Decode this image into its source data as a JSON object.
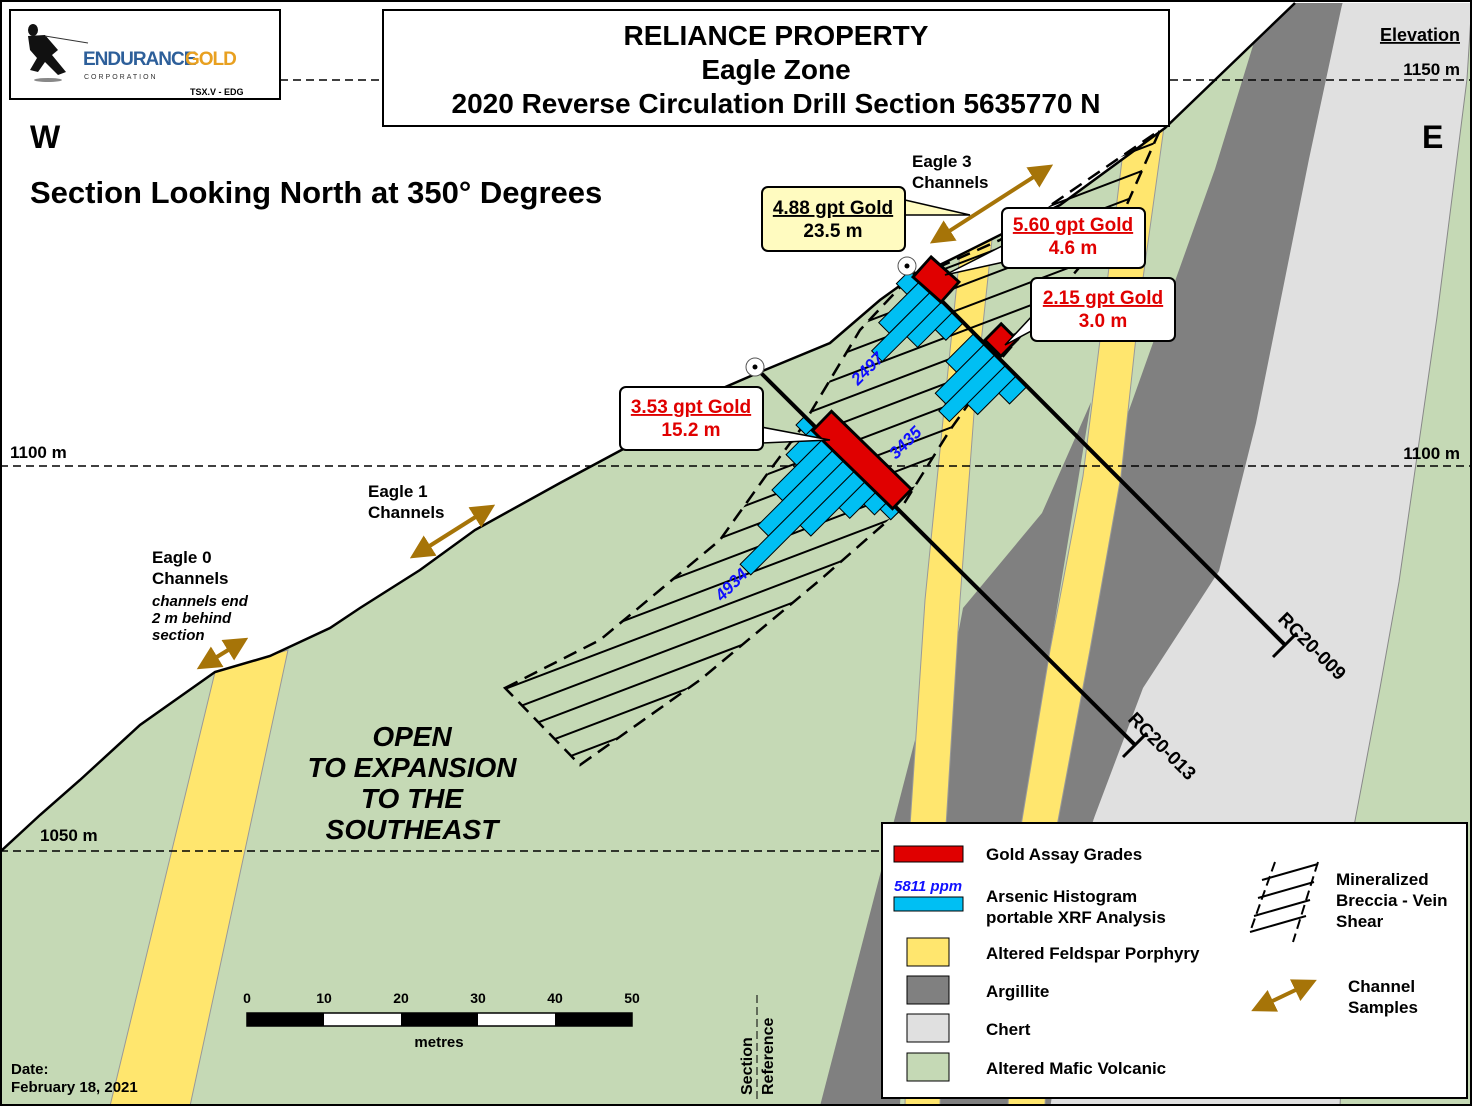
{
  "logo": {
    "name_part1": "ENDURANCE",
    "name_part2": "GOLD",
    "subtitle": "CORPORATION",
    "ticker": "TSX.V - EDG"
  },
  "title": {
    "line1": "RELIANCE PROPERTY",
    "line2": "Eagle Zone",
    "line3": "2020 Reverse Circulation Drill Section 5635770 N"
  },
  "orientation": {
    "west": "W",
    "east": "E",
    "section_note": "Section Looking North at 350° Degrees"
  },
  "elevation": {
    "header": "Elevation",
    "e1150": "1150 m",
    "e1100_left": "1100 m",
    "e1100_right": "1100 m",
    "e1050": "1050 m"
  },
  "channels": {
    "eagle3": {
      "line1": "Eagle 3",
      "line2": "Channels"
    },
    "eagle1": {
      "line1": "Eagle 1",
      "line2": "Channels"
    },
    "eagle0": {
      "line1": "Eagle 0",
      "line2": "Channels",
      "note1": "channels end",
      "note2": "2 m behind",
      "note3": "section"
    }
  },
  "intercepts": [
    {
      "grade": "4.88 gpt Gold",
      "length": "23.5 m"
    },
    {
      "grade": "5.60 gpt Gold",
      "length": "4.6 m"
    },
    {
      "grade": "2.15 gpt Gold",
      "length": "3.0 m"
    },
    {
      "grade": "3.53 gpt Gold",
      "length": "15.2 m"
    }
  ],
  "arsenic_peaks": [
    "2497",
    "3435",
    "4934"
  ],
  "drill_holes": [
    "RC20-009",
    "RC20-013"
  ],
  "open_text": [
    "OPEN",
    "TO EXPANSION",
    "TO THE",
    "SOUTHEAST"
  ],
  "scale": {
    "ticks": [
      "0",
      "10",
      "20",
      "30",
      "40",
      "50"
    ],
    "unit": "metres"
  },
  "section_reference": {
    "line1": "Section",
    "line2": "Reference"
  },
  "date": {
    "label": "Date:",
    "value": "February 18, 2021"
  },
  "legend": {
    "gold": "Gold Assay Grades",
    "arsenic_sample": "5811 ppm",
    "arsenic1": "Arsenic Histogram",
    "arsenic2": "portable XRF Analysis",
    "porphyry": "Altered Feldspar Porphyry",
    "argillite": "Argillite",
    "chert": "Chert",
    "mafic": "Altered Mafic Volcanic",
    "breccia1": "Mineralized",
    "breccia2": "Breccia - Vein",
    "breccia3": "Shear",
    "channel1": "Channel",
    "channel2": "Samples"
  },
  "colors": {
    "mafic": "#c5d9b5",
    "porphyry": "#ffe66e",
    "argillite": "#808080",
    "chert": "#e0e0e0",
    "gold": "#e00000",
    "arsenic": "#00bff3",
    "channel": "#a67408",
    "logo_blue": "#2d5f9a",
    "logo_gold": "#e8a020"
  }
}
